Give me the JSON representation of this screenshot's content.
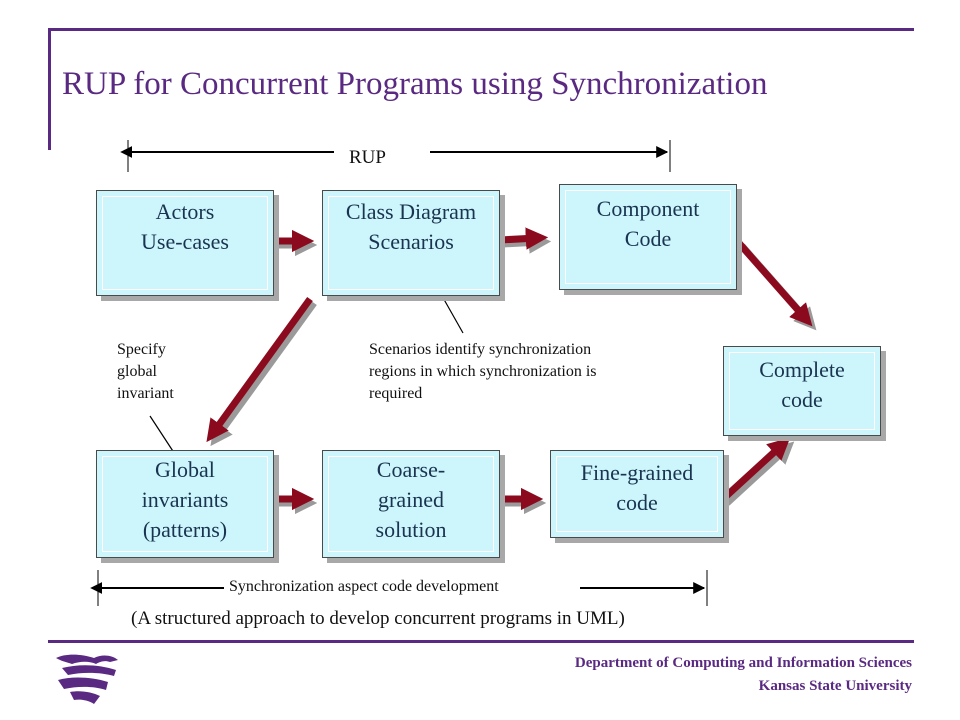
{
  "title": "RUP for Concurrent Programs using Synchronization",
  "rup_label": "RUP",
  "boxes": {
    "actors": "Actors\nUse-cases",
    "class_diagram": "Class Diagram\nScenarios",
    "component": "Component\nCode",
    "complete": "Complete\ncode",
    "global": "Global\ninvariants\n(patterns)",
    "coarse": "Coarse-\ngrained\nsolution",
    "fine": "Fine-grained\ncode"
  },
  "notes": {
    "specify": "Specify\nglobal\ninvariant",
    "scenarios": "Scenarios identify synchronization\nregions in which synchronization is\nrequired"
  },
  "sync_label": "Synchronization aspect code development",
  "caption": "(A structured approach to develop concurrent programs in UML)",
  "footer": {
    "department": "Department of Computing and Information Sciences",
    "university": "Kansas State University"
  },
  "colors": {
    "accent": "#5a2a82",
    "box_fill": "#ccf6fb",
    "arrow": "#8b0a1e"
  },
  "icons": {
    "logo": "wildcat-logo"
  }
}
